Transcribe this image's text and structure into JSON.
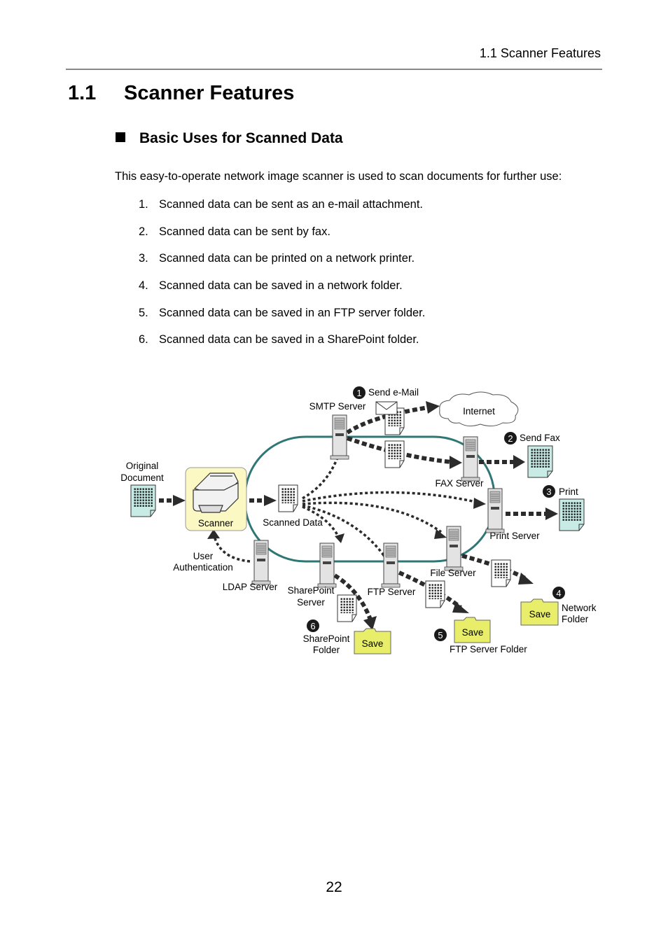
{
  "header": {
    "running_title": "1.1 Scanner Features"
  },
  "chapter": {
    "number": "1.1",
    "title": "Scanner Features"
  },
  "section": {
    "heading": "Basic Uses for Scanned Data"
  },
  "intro": "This easy-to-operate network image scanner is used to scan documents for further use:",
  "uses": [
    {
      "num": "1.",
      "text": "Scanned data can be sent as an e-mail attachment."
    },
    {
      "num": "2.",
      "text": "Scanned data can be sent by fax."
    },
    {
      "num": "3.",
      "text": "Scanned data can be printed on a network printer."
    },
    {
      "num": "4.",
      "text": "Scanned data can be saved in a network folder."
    },
    {
      "num": "5.",
      "text": "Scanned data can be saved in an FTP server folder."
    },
    {
      "num": "6.",
      "text": "Scanned data can be saved in a SharePoint folder."
    }
  ],
  "diagram": {
    "original_document": [
      "Original",
      "Document"
    ],
    "scanner": "Scanner",
    "scanned_data": "Scanned Data",
    "user_auth": [
      "User",
      "Authentication"
    ],
    "ldap_server": "LDAP Server",
    "smtp_server": "SMTP Server",
    "internet": "Internet",
    "fax_server": "FAX Server",
    "print_server": "Print Server",
    "file_server": "File Server",
    "ftp_server": "FTP Server",
    "sharepoint_server": [
      "SharePoint",
      "Server"
    ],
    "outputs": [
      {
        "num": "1",
        "label": "Send e-Mail"
      },
      {
        "num": "2",
        "label": "Send Fax"
      },
      {
        "num": "3",
        "label": "Print"
      },
      {
        "num": "4",
        "label": "Network Folder",
        "lines": [
          "Network",
          "Folder"
        ],
        "save": "Save"
      },
      {
        "num": "5",
        "label": "FTP Server Folder",
        "save": "Save"
      },
      {
        "num": "6",
        "label": "SharePoint Folder",
        "lines": [
          "SharePoint",
          "Folder"
        ],
        "save": "Save"
      }
    ],
    "colors": {
      "network_ring": "#2e7775",
      "save_folder": "#e8ee6a",
      "document": "#c8ebe5",
      "scanner_box": "#fbf8c4"
    }
  },
  "page_number": "22"
}
